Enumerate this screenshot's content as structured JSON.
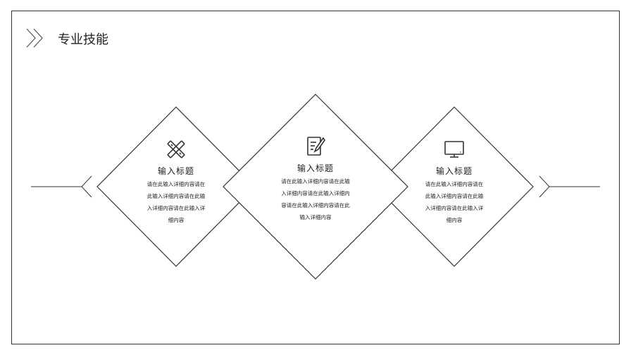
{
  "header": {
    "title": "专业技能"
  },
  "cards": [
    {
      "icon": "pencil-ruler-icon",
      "title": "输入标题",
      "lines": [
        "请在此输入详细内容请在",
        "此输入详细内容请在此输",
        "入详细内容请在此输入详",
        "细内容"
      ]
    },
    {
      "icon": "document-edit-icon",
      "title": "输入标题",
      "lines": [
        "请在此输入详细内容请在此输",
        "入详细内容请在此输入详细内",
        "容请在此输入详细内容请在此",
        "输入详细内容"
      ]
    },
    {
      "icon": "monitor-icon",
      "title": "输入标题",
      "lines": [
        "请在此输入详细内容请在",
        "此输入详细内容请在此输",
        "入详细内容请在此输入详",
        "细内容"
      ]
    }
  ],
  "colors": {
    "line": "#333333",
    "text": "#222222",
    "background": "#ffffff"
  }
}
